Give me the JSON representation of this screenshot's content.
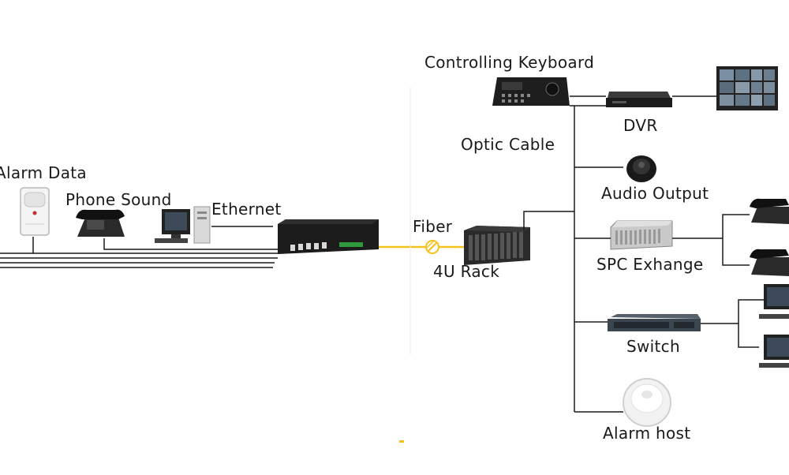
{
  "labels": {
    "alarm_data": "Alarm Data",
    "phone_sound": "Phone Sound",
    "ethernet": "Ethernet",
    "fiber": "Fiber",
    "rack": "4U Rack",
    "optic_cable": "Optic  Cable",
    "keyboard": "Controlling Keyboard",
    "dvr": "DVR",
    "audio_output": "Audio Output",
    "spc": "SPC Exhange",
    "switch": "Switch",
    "alarm_host": "Alarm host"
  },
  "colors": {
    "line": "#1a1a1a",
    "fiber": "#f2c21b",
    "device_dark": "#1c1c1c",
    "device_gray": "#9a9a9a",
    "connector_green": "#2f9a3b"
  },
  "icons": [
    "alarm-sensor-icon",
    "telephone-icon",
    "computer-icon",
    "optical-transceiver-icon",
    "fiber-connector-icon",
    "rack-chassis-icon",
    "keyboard-controller-icon",
    "dvr-icon",
    "video-wall-icon",
    "speaker-icon",
    "spc-exchange-icon",
    "network-switch-icon",
    "alarm-host-icon"
  ]
}
